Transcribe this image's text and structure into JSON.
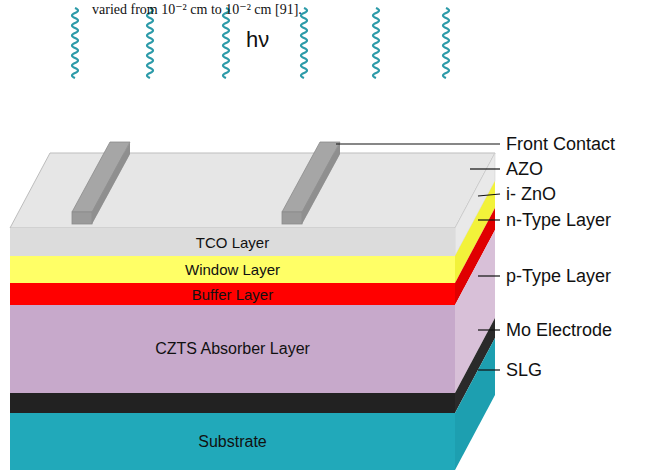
{
  "diagram": {
    "nodes": [
      {
        "text": [
          "TCO Layer"
        ]
      },
      {
        "text": [
          "Window Layer"
        ]
      },
      {
        "text": [
          "Buffer Layer"
        ]
      },
      {
        "text": [
          "CZTS Absorber Layer"
        ]
      },
      {
        "text": [
          "Substrate"
        ]
      }
    ],
    "labels": [
      "varied from 10⁻² cm to 10⁻² cm [91].",
      "hν",
      "Front Contact",
      "AZO",
      "i- ZnO",
      "n-Type Layer",
      "p-Type Layer",
      "Mo Electrode",
      "SLG"
    ]
  }
}
